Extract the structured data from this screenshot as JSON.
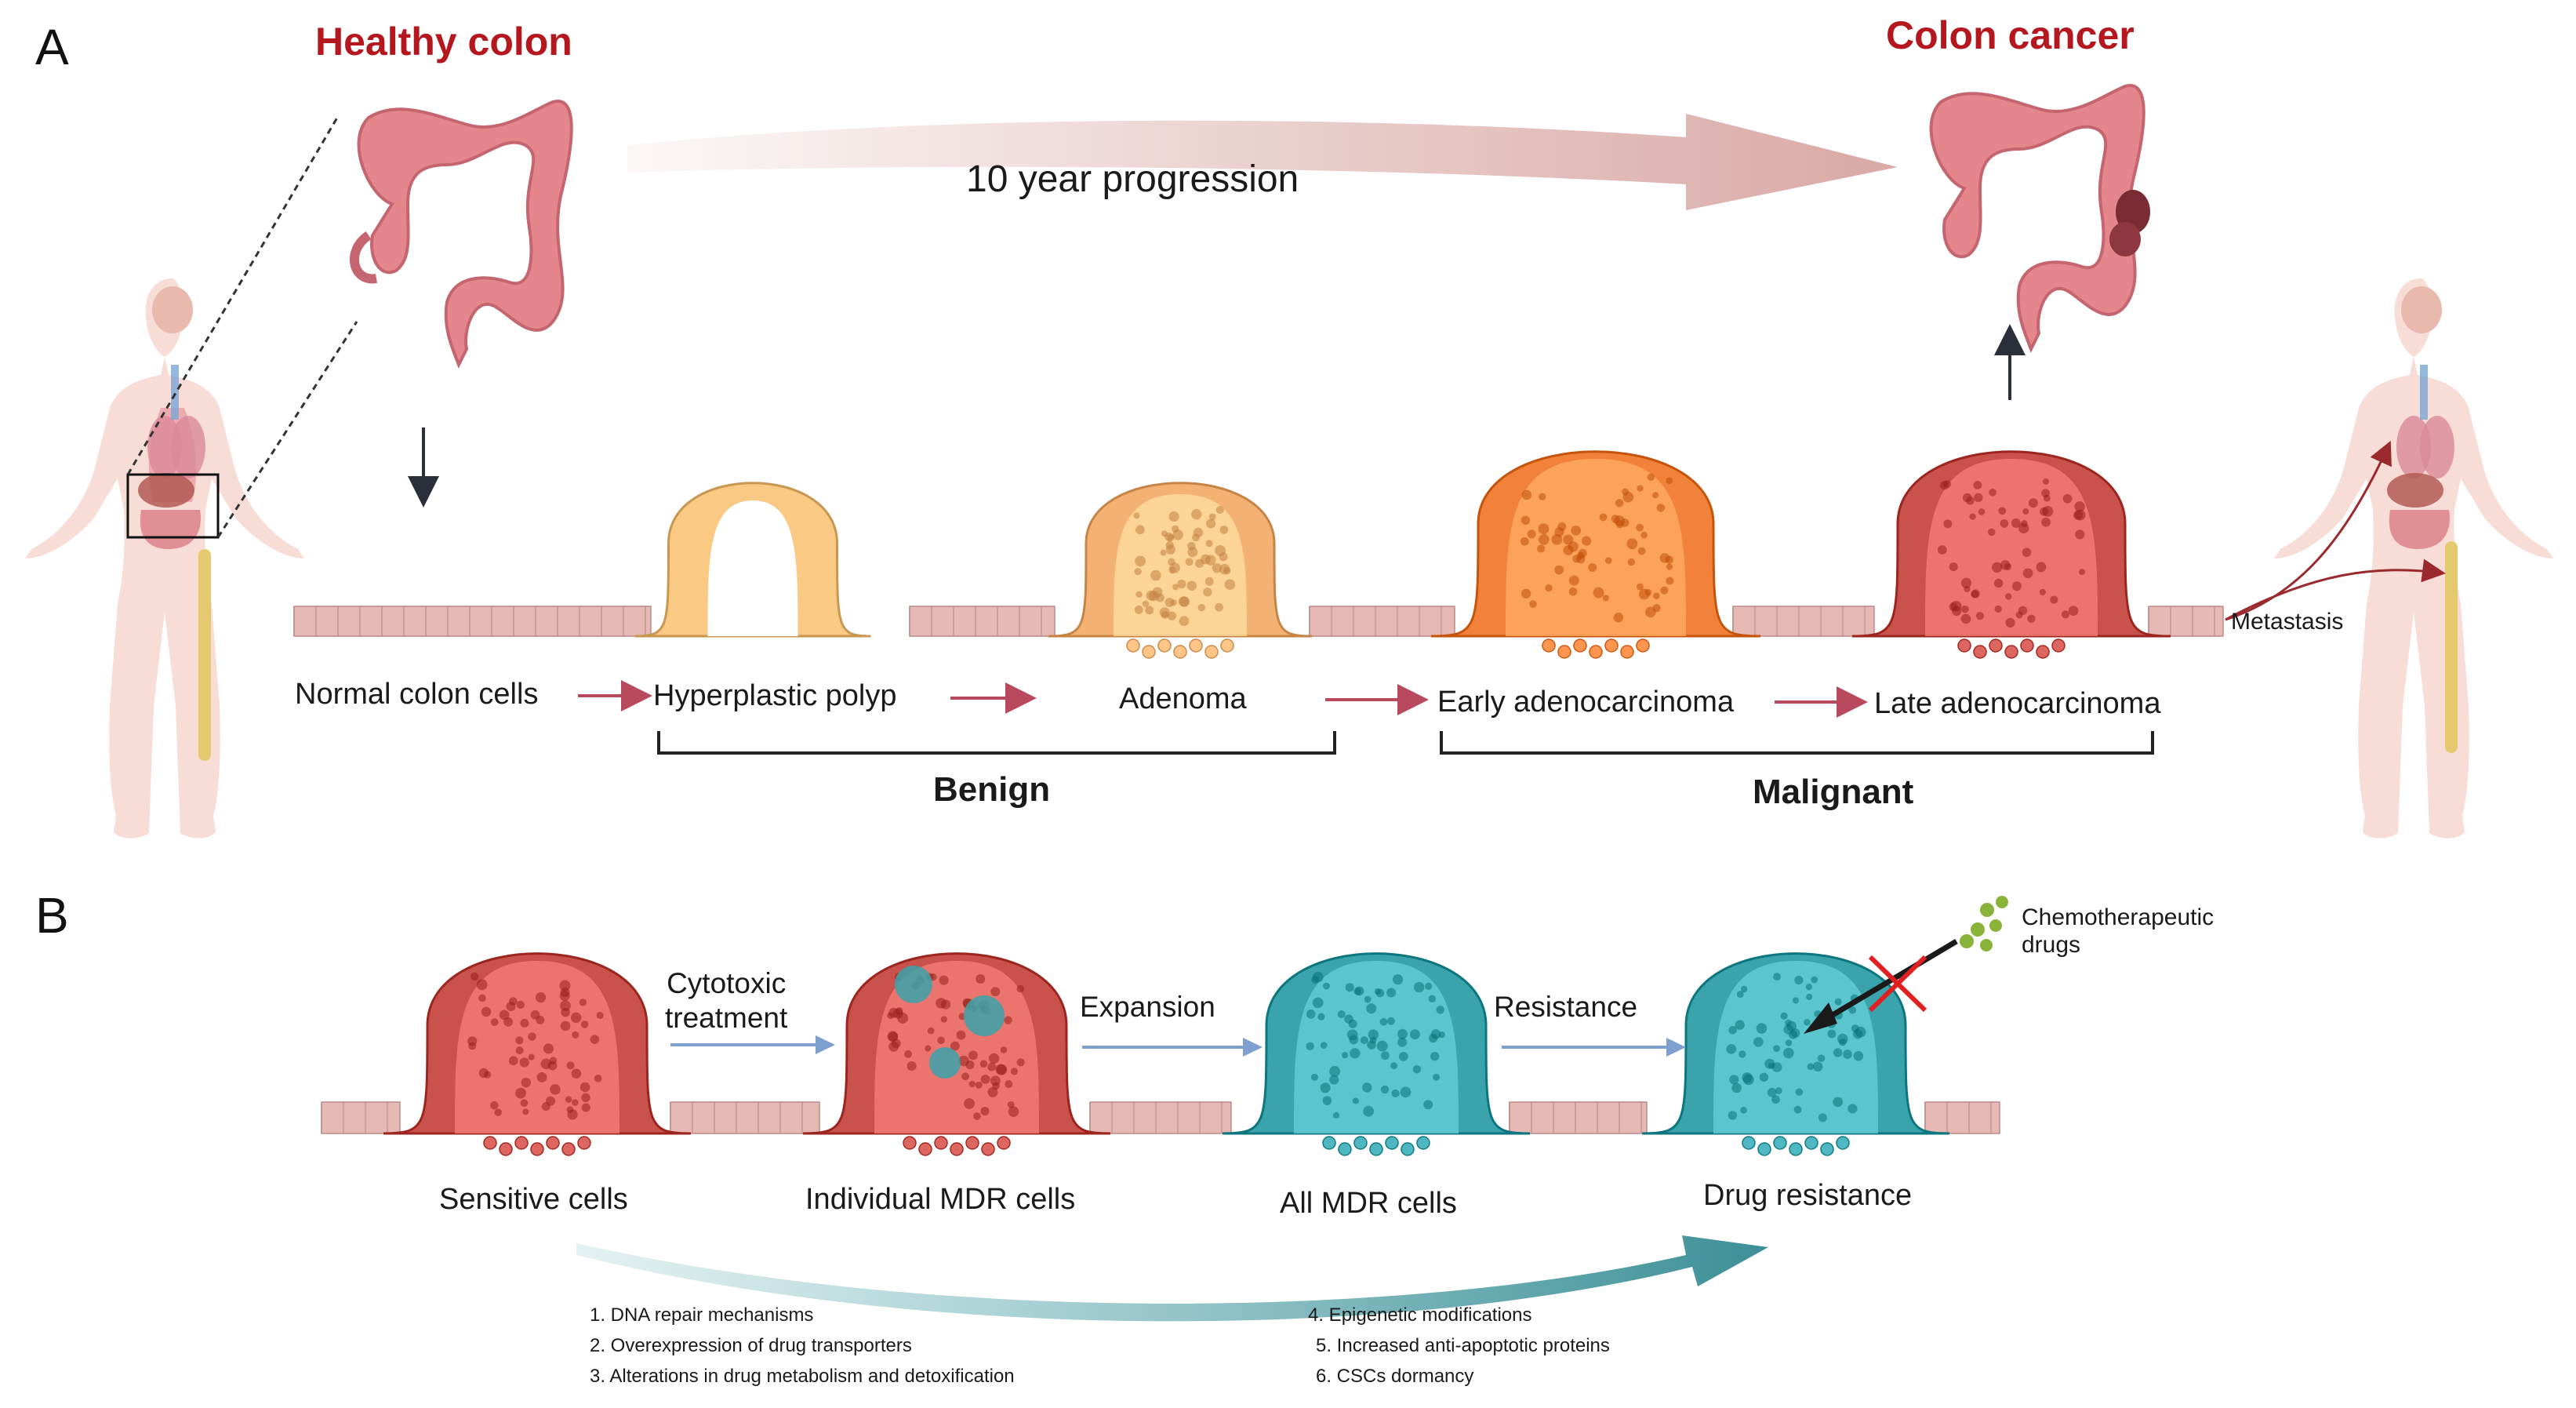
{
  "colors": {
    "title_red": "#b5171e",
    "progress_arrow": "#d9a9a5",
    "stage_arrow": "#b94a5e",
    "blue_arrow": "#7f9fd0",
    "normal_tissue": "#e7b9b5",
    "hyperplastic": "#f0c07a",
    "adenoma": "#f3b273",
    "early_adeno": "#f2813a",
    "late_adeno": "#c9534c",
    "mdr_teal": "#3aa3ab",
    "drug_green": "#8ab33a",
    "block_red": "#e02020"
  },
  "panel_a": {
    "letter": "A",
    "healthy_title": "Healthy colon",
    "cancer_title": "Colon cancer",
    "progression": "10 year progression",
    "metastasis": "Metastasis",
    "stages": [
      "Normal colon cells",
      "Hyperplastic polyp",
      "Adenoma",
      "Early adenocarcinoma",
      "Late adenocarcinoma"
    ],
    "benign": "Benign",
    "malignant": "Malignant"
  },
  "panel_b": {
    "letter": "B",
    "steps": {
      "cytotoxic": "Cytotoxic\ntreatment",
      "expansion": "Expansion",
      "resistance": "Resistance"
    },
    "labels": [
      "Sensitive cells",
      "Individual MDR cells",
      "All MDR cells",
      "Drug resistance"
    ],
    "drugs": "Chemotherapeutic\ndrugs",
    "mechanisms_left": [
      "1. DNA repair mechanisms",
      "2. Overexpression of drug transporters",
      "3. Alterations in drug metabolism and detoxification"
    ],
    "mechanisms_right": [
      "4. Epigenetic modifications",
      "5. Increased anti-apoptotic proteins",
      "6. CSCs dormancy"
    ]
  }
}
